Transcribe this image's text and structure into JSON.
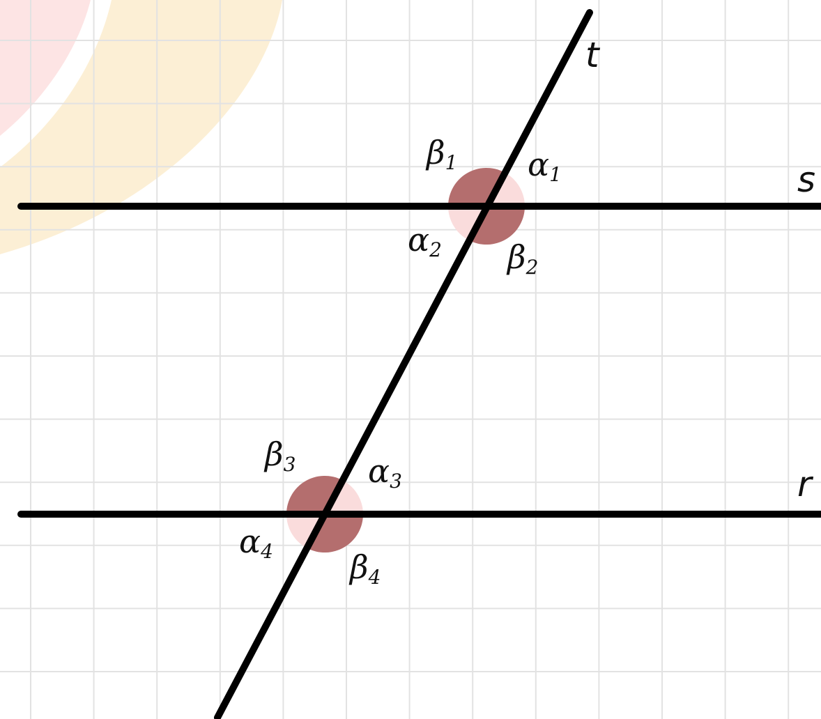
{
  "colors": {
    "background": "#ffffff",
    "grid": "#e2e2e2",
    "line": "#000000",
    "angle_dark": "#b46e6e",
    "angle_light": "#fadcdc",
    "decor_pink": "#fde4e4",
    "decor_yellow": "#fcefd5"
  },
  "lines": {
    "transversal": "t",
    "upper_parallel": "s",
    "lower_parallel": "r"
  },
  "angles": {
    "top": {
      "beta1": {
        "symbol": "β",
        "sub": "1"
      },
      "alpha1": {
        "symbol": "α",
        "sub": "1"
      },
      "alpha2": {
        "symbol": "α",
        "sub": "2"
      },
      "beta2": {
        "symbol": "β",
        "sub": "2"
      }
    },
    "bottom": {
      "beta3": {
        "symbol": "β",
        "sub": "3"
      },
      "alpha3": {
        "symbol": "α",
        "sub": "3"
      },
      "alpha4": {
        "symbol": "α",
        "sub": "4"
      },
      "beta4": {
        "symbol": "β",
        "sub": "4"
      }
    }
  }
}
